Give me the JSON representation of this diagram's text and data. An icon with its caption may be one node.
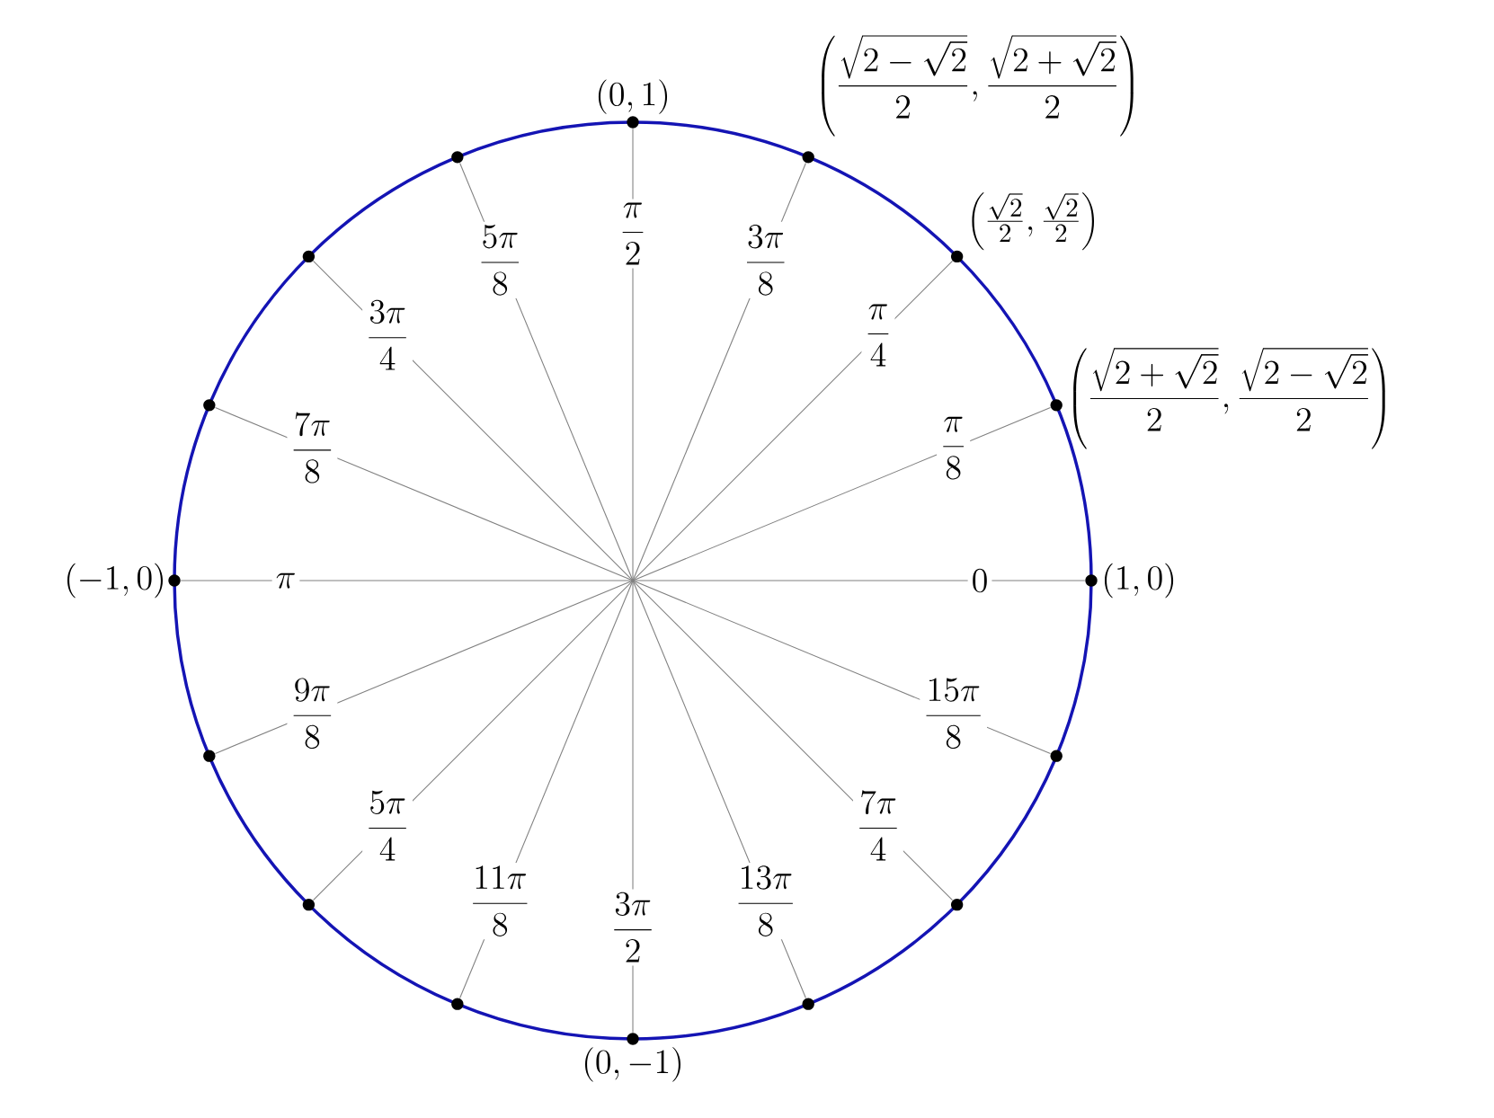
{
  "diagram": {
    "nodes": [
      {
        "text": [],
        "shape": "dot",
        "beside": [
          "(1,0)"
        ]
      },
      {
        "text": [],
        "shape": "dot",
        "beside": [
          "\\left(\\frac{\\sqrt{2+\\sqrt{2}}}{2}, \\frac{\\sqrt{2-\\sqrt{2}}}{2}\\right)"
        ]
      },
      {
        "text": [],
        "shape": "dot",
        "beside": [
          "\\left(\\frac{\\sqrt{2}}{2}, \\frac{\\sqrt{2}}{2}\\right)"
        ]
      },
      {
        "text": [],
        "shape": "dot",
        "beside": [
          "\\left(\\frac{\\sqrt{2-\\sqrt{2}}}{2}, \\frac{\\sqrt{2+\\sqrt{2}}}{2}\\right)"
        ]
      },
      {
        "text": [],
        "shape": "dot",
        "beside": [
          "(0,1)"
        ]
      },
      {
        "text": [],
        "shape": "dot"
      },
      {
        "text": [],
        "shape": "dot"
      },
      {
        "text": [],
        "shape": "dot"
      },
      {
        "text": [],
        "shape": "dot",
        "beside": [
          "(-1,0)"
        ]
      },
      {
        "text": [],
        "shape": "dot"
      },
      {
        "text": [],
        "shape": "dot"
      },
      {
        "text": [],
        "shape": "dot"
      },
      {
        "text": [],
        "shape": "dot",
        "beside": [
          "(0,-1)"
        ]
      },
      {
        "text": [],
        "shape": "dot"
      },
      {
        "text": [],
        "shape": "dot"
      },
      {
        "text": [],
        "shape": "dot"
      }
    ],
    "edges": [
      {
        "from": null,
        "to": 0,
        "arrow": "none",
        "label": "0"
      },
      {
        "from": null,
        "to": 1,
        "arrow": "none",
        "label": "\\frac{\\pi}{8}"
      },
      {
        "from": null,
        "to": 2,
        "arrow": "none",
        "label": "\\frac{\\pi}{4}"
      },
      {
        "from": null,
        "to": 3,
        "arrow": "none",
        "label": "\\frac{3\\pi}{8}"
      },
      {
        "from": null,
        "to": 4,
        "arrow": "none",
        "label": "\\frac{\\pi}{2}"
      },
      {
        "from": null,
        "to": 5,
        "arrow": "none",
        "label": "\\frac{5\\pi}{8}"
      },
      {
        "from": null,
        "to": 6,
        "arrow": "none",
        "label": "\\frac{3\\pi}{4}"
      },
      {
        "from": null,
        "to": 7,
        "arrow": "none",
        "label": "\\frac{7\\pi}{8}"
      },
      {
        "from": null,
        "to": 8,
        "arrow": "none",
        "label": "\\pi"
      },
      {
        "from": null,
        "to": 9,
        "arrow": "none",
        "label": "\\frac{9\\pi}{8}"
      },
      {
        "from": null,
        "to": 10,
        "arrow": "none",
        "label": "\\frac{5\\pi}{4}"
      },
      {
        "from": null,
        "to": 11,
        "arrow": "none",
        "label": "\\frac{11\\pi}{8}"
      },
      {
        "from": null,
        "to": 12,
        "arrow": "none",
        "label": "\\frac{3\\pi}{2}"
      },
      {
        "from": null,
        "to": 13,
        "arrow": "none",
        "label": "\\frac{13\\pi}{8}"
      },
      {
        "from": null,
        "to": 14,
        "arrow": "none",
        "label": "\\frac{7\\pi}{4}"
      },
      {
        "from": null,
        "to": 15,
        "arrow": "none",
        "label": "\\frac{15\\pi}{8}"
      }
    ]
  }
}
